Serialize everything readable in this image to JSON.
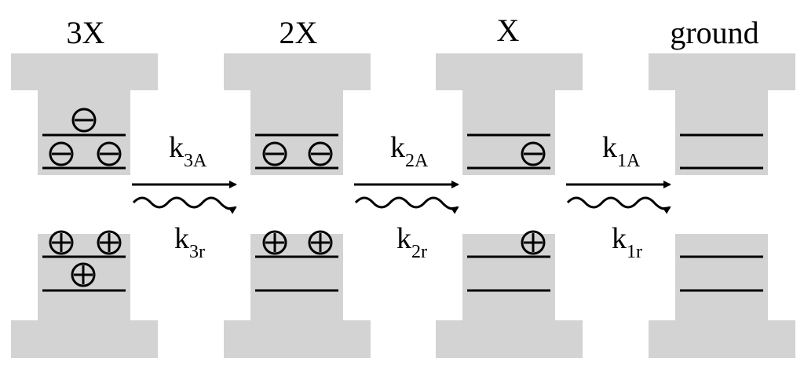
{
  "panels": [
    {
      "id": "3x",
      "title": "3X",
      "electrons": 3,
      "holes": 3
    },
    {
      "id": "2x",
      "title": "2X",
      "electrons": 2,
      "holes": 2
    },
    {
      "id": "x",
      "title": "X",
      "electrons": 1,
      "holes": 1
    },
    {
      "id": "ground",
      "title": "ground",
      "electrons": 0,
      "holes": 0
    }
  ],
  "transitions": [
    {
      "id": "3",
      "auger": {
        "k": "k",
        "sub": "3A"
      },
      "radiative": {
        "k": "k",
        "sub": "3r"
      }
    },
    {
      "id": "2",
      "auger": {
        "k": "k",
        "sub": "2A"
      },
      "radiative": {
        "k": "k",
        "sub": "2r"
      }
    },
    {
      "id": "1",
      "auger": {
        "k": "k",
        "sub": "1A"
      },
      "radiative": {
        "k": "k",
        "sub": "1r"
      }
    }
  ],
  "symbols": {
    "electron": "electron-minus-icon",
    "hole": "hole-plus-icon"
  },
  "colors": {
    "band": "#d3d3d3",
    "line": "#000000",
    "background": "#ffffff"
  }
}
